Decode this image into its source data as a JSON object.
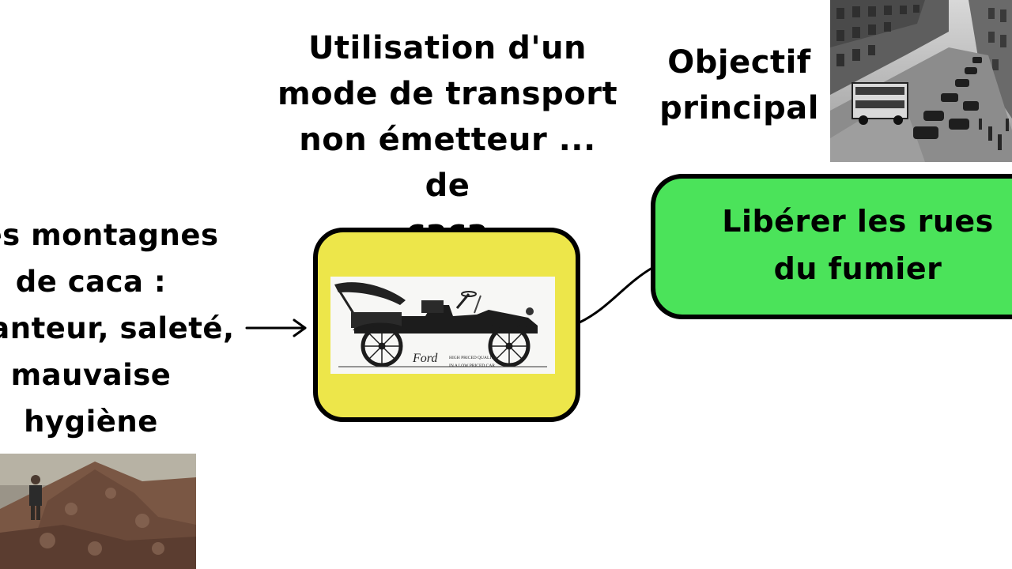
{
  "diagram": {
    "left_node": {
      "text": "Les montagnes\nde caca :\npuanteur, saleté,\nmauvaise\nhygiène"
    },
    "center_node": {
      "caption": "Utilisation d'un\nmode de transport\nnon émetteur ... de\ncaca",
      "image_icon": "ford-model-t-car-icon",
      "ad_brand": "Ford",
      "ad_line1": "HIGH PRICED QUALITY",
      "ad_line2": "IN A LOW PRICED CAR",
      "fill_color": "#ede64a"
    },
    "objective": {
      "label": "Objectif\nprincipal",
      "goal_text": "Libérer les rues\ndu fumier",
      "fill_color": "#4be35a"
    },
    "photos": {
      "street_icon": "city-street-photo-icon",
      "manure_icon": "manure-pile-photo-icon"
    },
    "connectors": {
      "arrow_icon": "right-arrow-icon",
      "stroke_color": "#000000"
    }
  }
}
